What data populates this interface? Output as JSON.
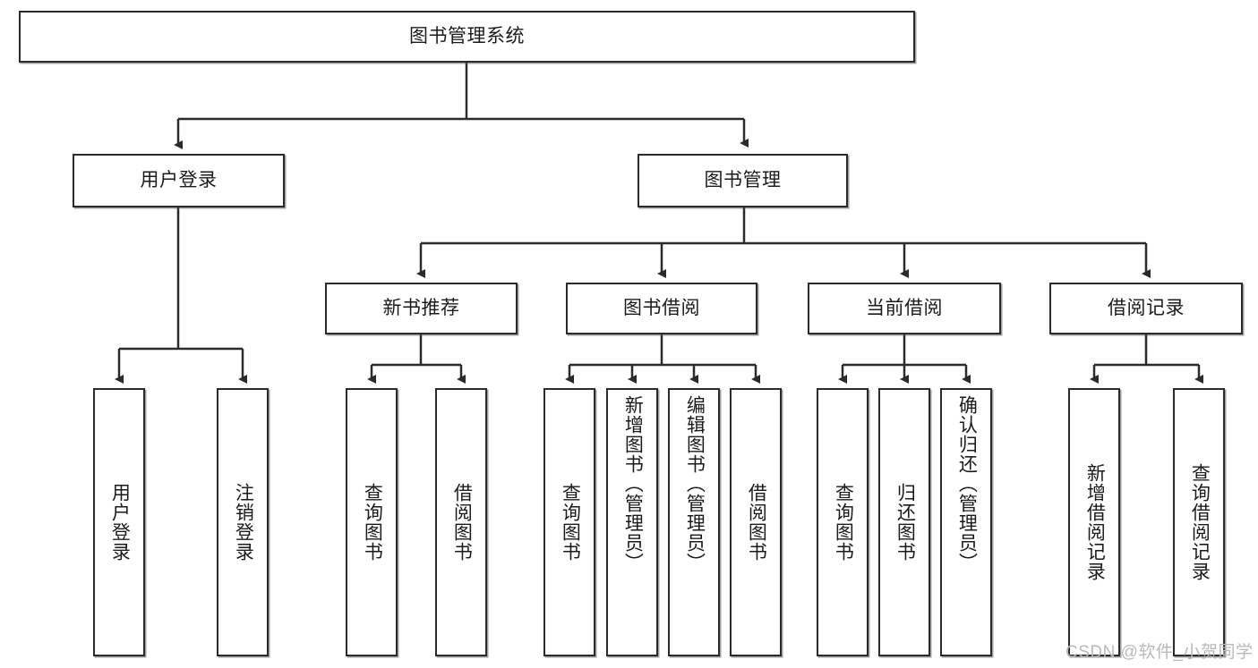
{
  "diagram": {
    "title": "图书管理系统",
    "watermark": "CSDN @软件_小贺同学",
    "colors": {
      "box_border": "#2b2b2b",
      "box_fill": "#ffffff",
      "connector": "#2b2b2b",
      "text": "#1b1b1b",
      "watermark": "#b9b9b9"
    },
    "nodes": {
      "root": {
        "label": "图书管理系统"
      },
      "level2": [
        {
          "label": "用户登录"
        },
        {
          "label": "图书管理"
        }
      ],
      "level3": [
        {
          "label": "新书推荐"
        },
        {
          "label": "图书借阅"
        },
        {
          "label": "当前借阅"
        },
        {
          "label": "借阅记录"
        }
      ],
      "leaves": {
        "user_login": [
          {
            "label": "用户登录"
          },
          {
            "label": "注销登录"
          }
        ],
        "new_book_recommend": [
          {
            "label": "查询图书"
          },
          {
            "label": "借阅图书"
          }
        ],
        "book_borrow": [
          {
            "label": "查询图书"
          },
          {
            "label": "新增图书（管理员）"
          },
          {
            "label": "编辑图书（管理员）"
          },
          {
            "label": "借阅图书"
          }
        ],
        "current_borrow": [
          {
            "label": "查询图书"
          },
          {
            "label": "归还图书"
          },
          {
            "label": "确认归还（管理员）"
          }
        ],
        "borrow_record": [
          {
            "label": "新增借阅记录"
          },
          {
            "label": "查询借阅记录"
          }
        ]
      }
    }
  }
}
